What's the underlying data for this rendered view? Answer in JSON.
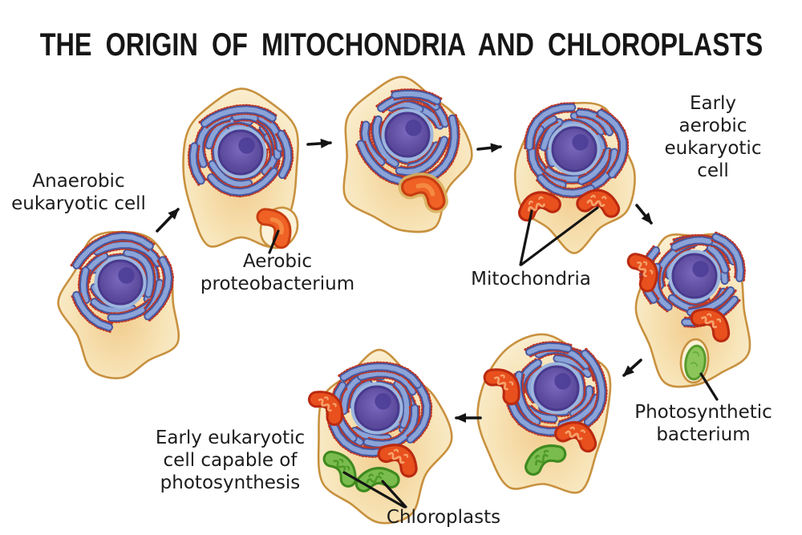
{
  "title": "THE  ORIGIN  OF  MITOCHONDRIA  AND  CHLOROPLASTS",
  "labels": {
    "anaerobic_cell": "Anaerobic\neukaryotic cell",
    "aerobic_proteobacterium": "Aerobic\nproteobacterium",
    "mitochondria": "Mitochondria",
    "early_aerobic_cell": "Early aerobic\neukaryotic cell",
    "photosynthetic_bacterium": "Photosynthetic\nbacterium",
    "early_photosynthetic_cell": "Early eukaryotic\ncell capable of\nphotosynthesis",
    "chloroplasts": "Chloroplasts"
  },
  "colors": {
    "background": "#ffffff",
    "cell_fill_outer": "#fbf2d9",
    "cell_fill_mid": "#f7e3b6",
    "cell_fill_inner": "#f2cc8d",
    "cell_outline": "#c8913f",
    "nucleus_fill_light": "#7b6abf",
    "nucleus_fill_dark": "#5a489a",
    "nucleus_outline": "#483a8e",
    "nucleolus": "#4c3e97",
    "nucleus_ring": "#9db6de",
    "er_blue": "#8aa3d8",
    "er_blue_dark": "#47569e",
    "ribosome_red": "#c03522",
    "mitochondrion_fill": "#e8501d",
    "mitochondrion_outline": "#bb2a10",
    "mitochondrion_cristae": "#f6a26b",
    "bacterium_orange": "#ef6125",
    "bacterium_orange_outline": "#c93d10",
    "bacterium_highlight": "#f69148",
    "vacuole_ring": "#d8b05e",
    "chloroplast_fill": "#7abc4d",
    "chloroplast_outline": "#3f8a1f",
    "chloroplast_inner": "#4e9a2a",
    "green_bacterium_fill": "#8cc65a",
    "green_bacterium_outline": "#569b2d",
    "arrow": "#141414",
    "text": "#1c1c1c"
  }
}
